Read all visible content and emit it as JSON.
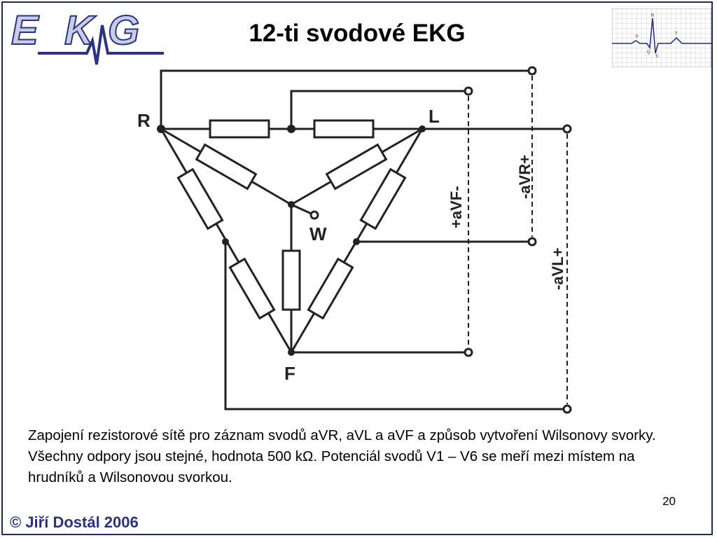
{
  "logo": {
    "letters": [
      "E",
      "K",
      "G"
    ]
  },
  "title": "12-ti svodové EKG",
  "diagram": {
    "nodes": {
      "R": "R",
      "L": "L",
      "F": "F",
      "W": "W"
    },
    "leads": {
      "avf": "+aVF-",
      "avr": "-aVR+",
      "avl": "-aVL+"
    }
  },
  "ekg_thumb": {
    "labels": [
      "R",
      "P",
      "T",
      "Q",
      "S"
    ]
  },
  "caption": "Zapojení rezistorové sítě pro záznam svodů aVR, aVL a aVF a způsob vytvoření Wilsonovy svorky. Všechny odpory jsou stejné, hodnota 500 kΩ. Potenciál svodů V1 – V6 se meří mezi místem na hrudníků a Wilsonovou svorkou.",
  "page_number": "20",
  "copyright": "© Jiří Dostál 2006",
  "colors": {
    "frame": "#1f2a5a",
    "brand": "#2b3280",
    "wire": "#222222"
  }
}
